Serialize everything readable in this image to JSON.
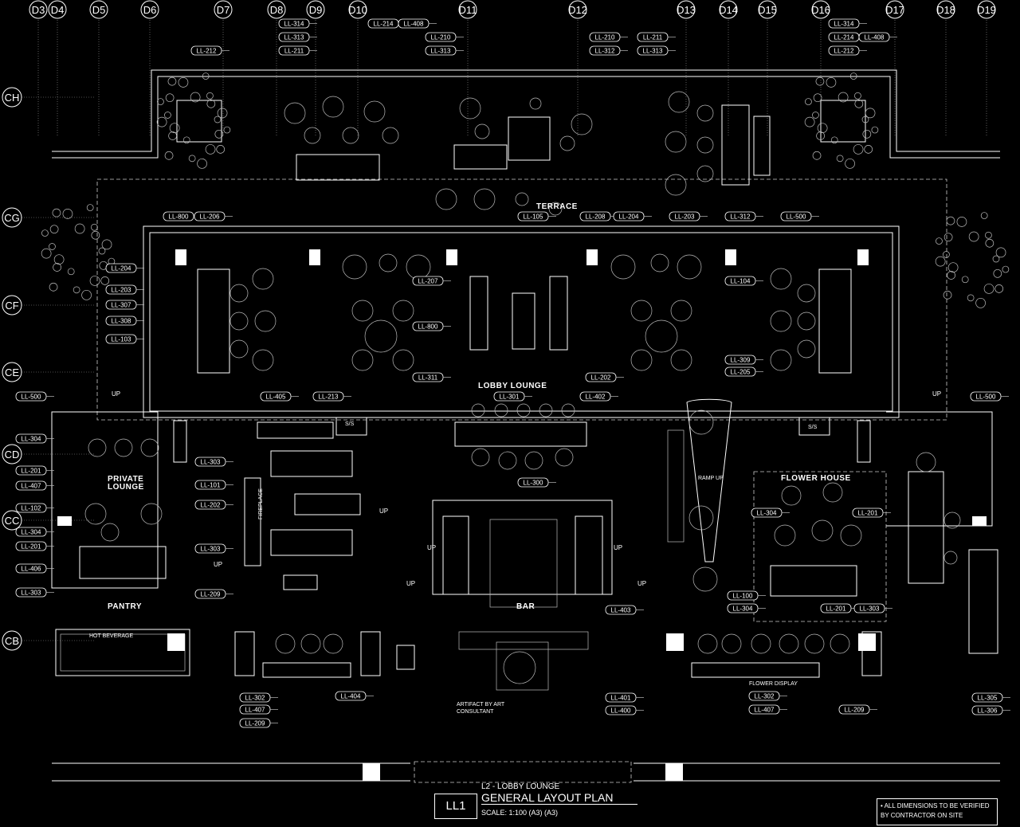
{
  "grid": {
    "columns": [
      "D3",
      "D4",
      "D5",
      "D6",
      "D7",
      "D8",
      "D9",
      "D10",
      "D11",
      "D12",
      "D13",
      "D14",
      "D15",
      "D16",
      "D17",
      "D18",
      "D19"
    ],
    "rows": [
      "CH",
      "CG",
      "CF",
      "CE",
      "CD",
      "CC",
      "CB"
    ]
  },
  "rooms": {
    "terrace": "TERRACE",
    "lobby_lounge": "LOBBY LOUNGE",
    "private_lounge": "PRIVATE\nLOUNGE",
    "pantry": "PANTRY",
    "bar": "BAR",
    "flower_house": "FLOWER HOUSE",
    "hot_beverage": "HOT BEVERAGE",
    "fireplace": "FIREPLACE",
    "ramp_up": "RAMP UP",
    "flower_display": "FLOWER DISPLAY",
    "artifact": "ARTIFACT BY ART\nCONSULTANT",
    "ss_left": "S/S",
    "ss_right": "S/S",
    "up": "UP"
  },
  "tags": {
    "top": [
      "LL-314",
      "LL-313",
      "LL-211",
      "LL-212",
      "LL-214",
      "LL-408",
      "LL-210",
      "LL-313",
      "LL-210",
      "LL-312",
      "LL-211",
      "LL-313",
      "LL-314",
      "LL-214",
      "LL-408",
      "LL-212"
    ],
    "terrace_row": [
      "LL-800",
      "LL-206",
      "LL-105",
      "LL-208",
      "LL-204",
      "LL-203",
      "LL-312",
      "LL-500"
    ],
    "left_lounge": [
      "LL-204",
      "LL-203",
      "LL-307",
      "LL-308",
      "LL-103"
    ],
    "center": [
      "LL-207",
      "LL-800",
      "LL-311",
      "LL-202",
      "LL-104",
      "LL-309",
      "LL-205"
    ],
    "bar_counter": [
      "LL-405",
      "LL-213",
      "LL-301",
      "LL-402",
      "LL-300"
    ],
    "private": [
      "LL-500",
      "LL-304",
      "LL-201",
      "LL-407",
      "LL-102",
      "LL-304",
      "LL-201",
      "LL-406",
      "LL-303"
    ],
    "fireplace": [
      "LL-303",
      "LL-101",
      "LL-202",
      "LL-303",
      "LL-209"
    ],
    "flower": [
      "LL-500",
      "LL-304",
      "LL-201",
      "LL-100",
      "LL-304",
      "LL-201",
      "LL-303",
      "LL-403"
    ],
    "bottom": [
      "LL-302",
      "LL-407",
      "LL-209",
      "LL-404",
      "LL-401",
      "LL-400",
      "LL-302",
      "LL-407",
      "LL-209",
      "LL-305",
      "LL-306"
    ]
  },
  "title_block": {
    "code": "LL1",
    "subtitle": "L2 - LOBBY LOUNGE",
    "title": "GENERAL LAYOUT PLAN",
    "scale": "SCALE: 1:100 (A3) (A3)"
  },
  "note": "•    ALL DIMENSIONS TO BE VERIFIED\nBY CONTRACTOR ON SITE"
}
